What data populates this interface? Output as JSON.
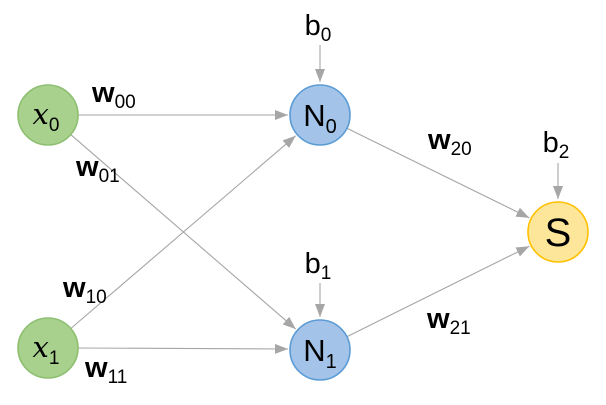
{
  "diagram": {
    "type": "neural-network",
    "layers": {
      "input": [
        "x0",
        "x1"
      ],
      "hidden": [
        "N0",
        "N1"
      ],
      "output": [
        "S"
      ]
    },
    "edges": [
      {
        "from": "x0",
        "to": "N0",
        "weight": "w00"
      },
      {
        "from": "x0",
        "to": "N1",
        "weight": "w01"
      },
      {
        "from": "x1",
        "to": "N0",
        "weight": "w10"
      },
      {
        "from": "x1",
        "to": "N1",
        "weight": "w11"
      },
      {
        "from": "N0",
        "to": "S",
        "weight": "w20"
      },
      {
        "from": "N1",
        "to": "S",
        "weight": "w21"
      },
      {
        "from": "b0",
        "to": "N0",
        "weight": null
      },
      {
        "from": "b1",
        "to": "N1",
        "weight": null
      },
      {
        "from": "b2",
        "to": "S",
        "weight": null
      }
    ]
  },
  "labels": {
    "nodes": {
      "x0": {
        "base": "x",
        "sub": "0"
      },
      "x1": {
        "base": "x",
        "sub": "1"
      },
      "n0": {
        "base": "N",
        "sub": "0"
      },
      "n1": {
        "base": "N",
        "sub": "1"
      },
      "s": {
        "base": "S"
      }
    },
    "biases": {
      "b0": {
        "base": "b",
        "sub": "0"
      },
      "b1": {
        "base": "b",
        "sub": "1"
      },
      "b2": {
        "base": "b",
        "sub": "2"
      }
    },
    "weights": {
      "w00": {
        "base": "w",
        "sub": "00"
      },
      "w01": {
        "base": "w",
        "sub": "01"
      },
      "w10": {
        "base": "w",
        "sub": "10"
      },
      "w11": {
        "base": "w",
        "sub": "11"
      },
      "w20": {
        "base": "w",
        "sub": "20"
      },
      "w21": {
        "base": "w",
        "sub": "21"
      }
    }
  },
  "colors": {
    "background": "#ffffff",
    "input_node_fill": "#a9d18e",
    "input_node_stroke": "#8ebf71",
    "hidden_node_fill": "#a3c4e8",
    "hidden_node_stroke": "#5b9bd5",
    "output_node_fill": "#fde699",
    "output_node_stroke": "#ffc000",
    "connector": "#a6a6a6",
    "text": "#000000"
  }
}
